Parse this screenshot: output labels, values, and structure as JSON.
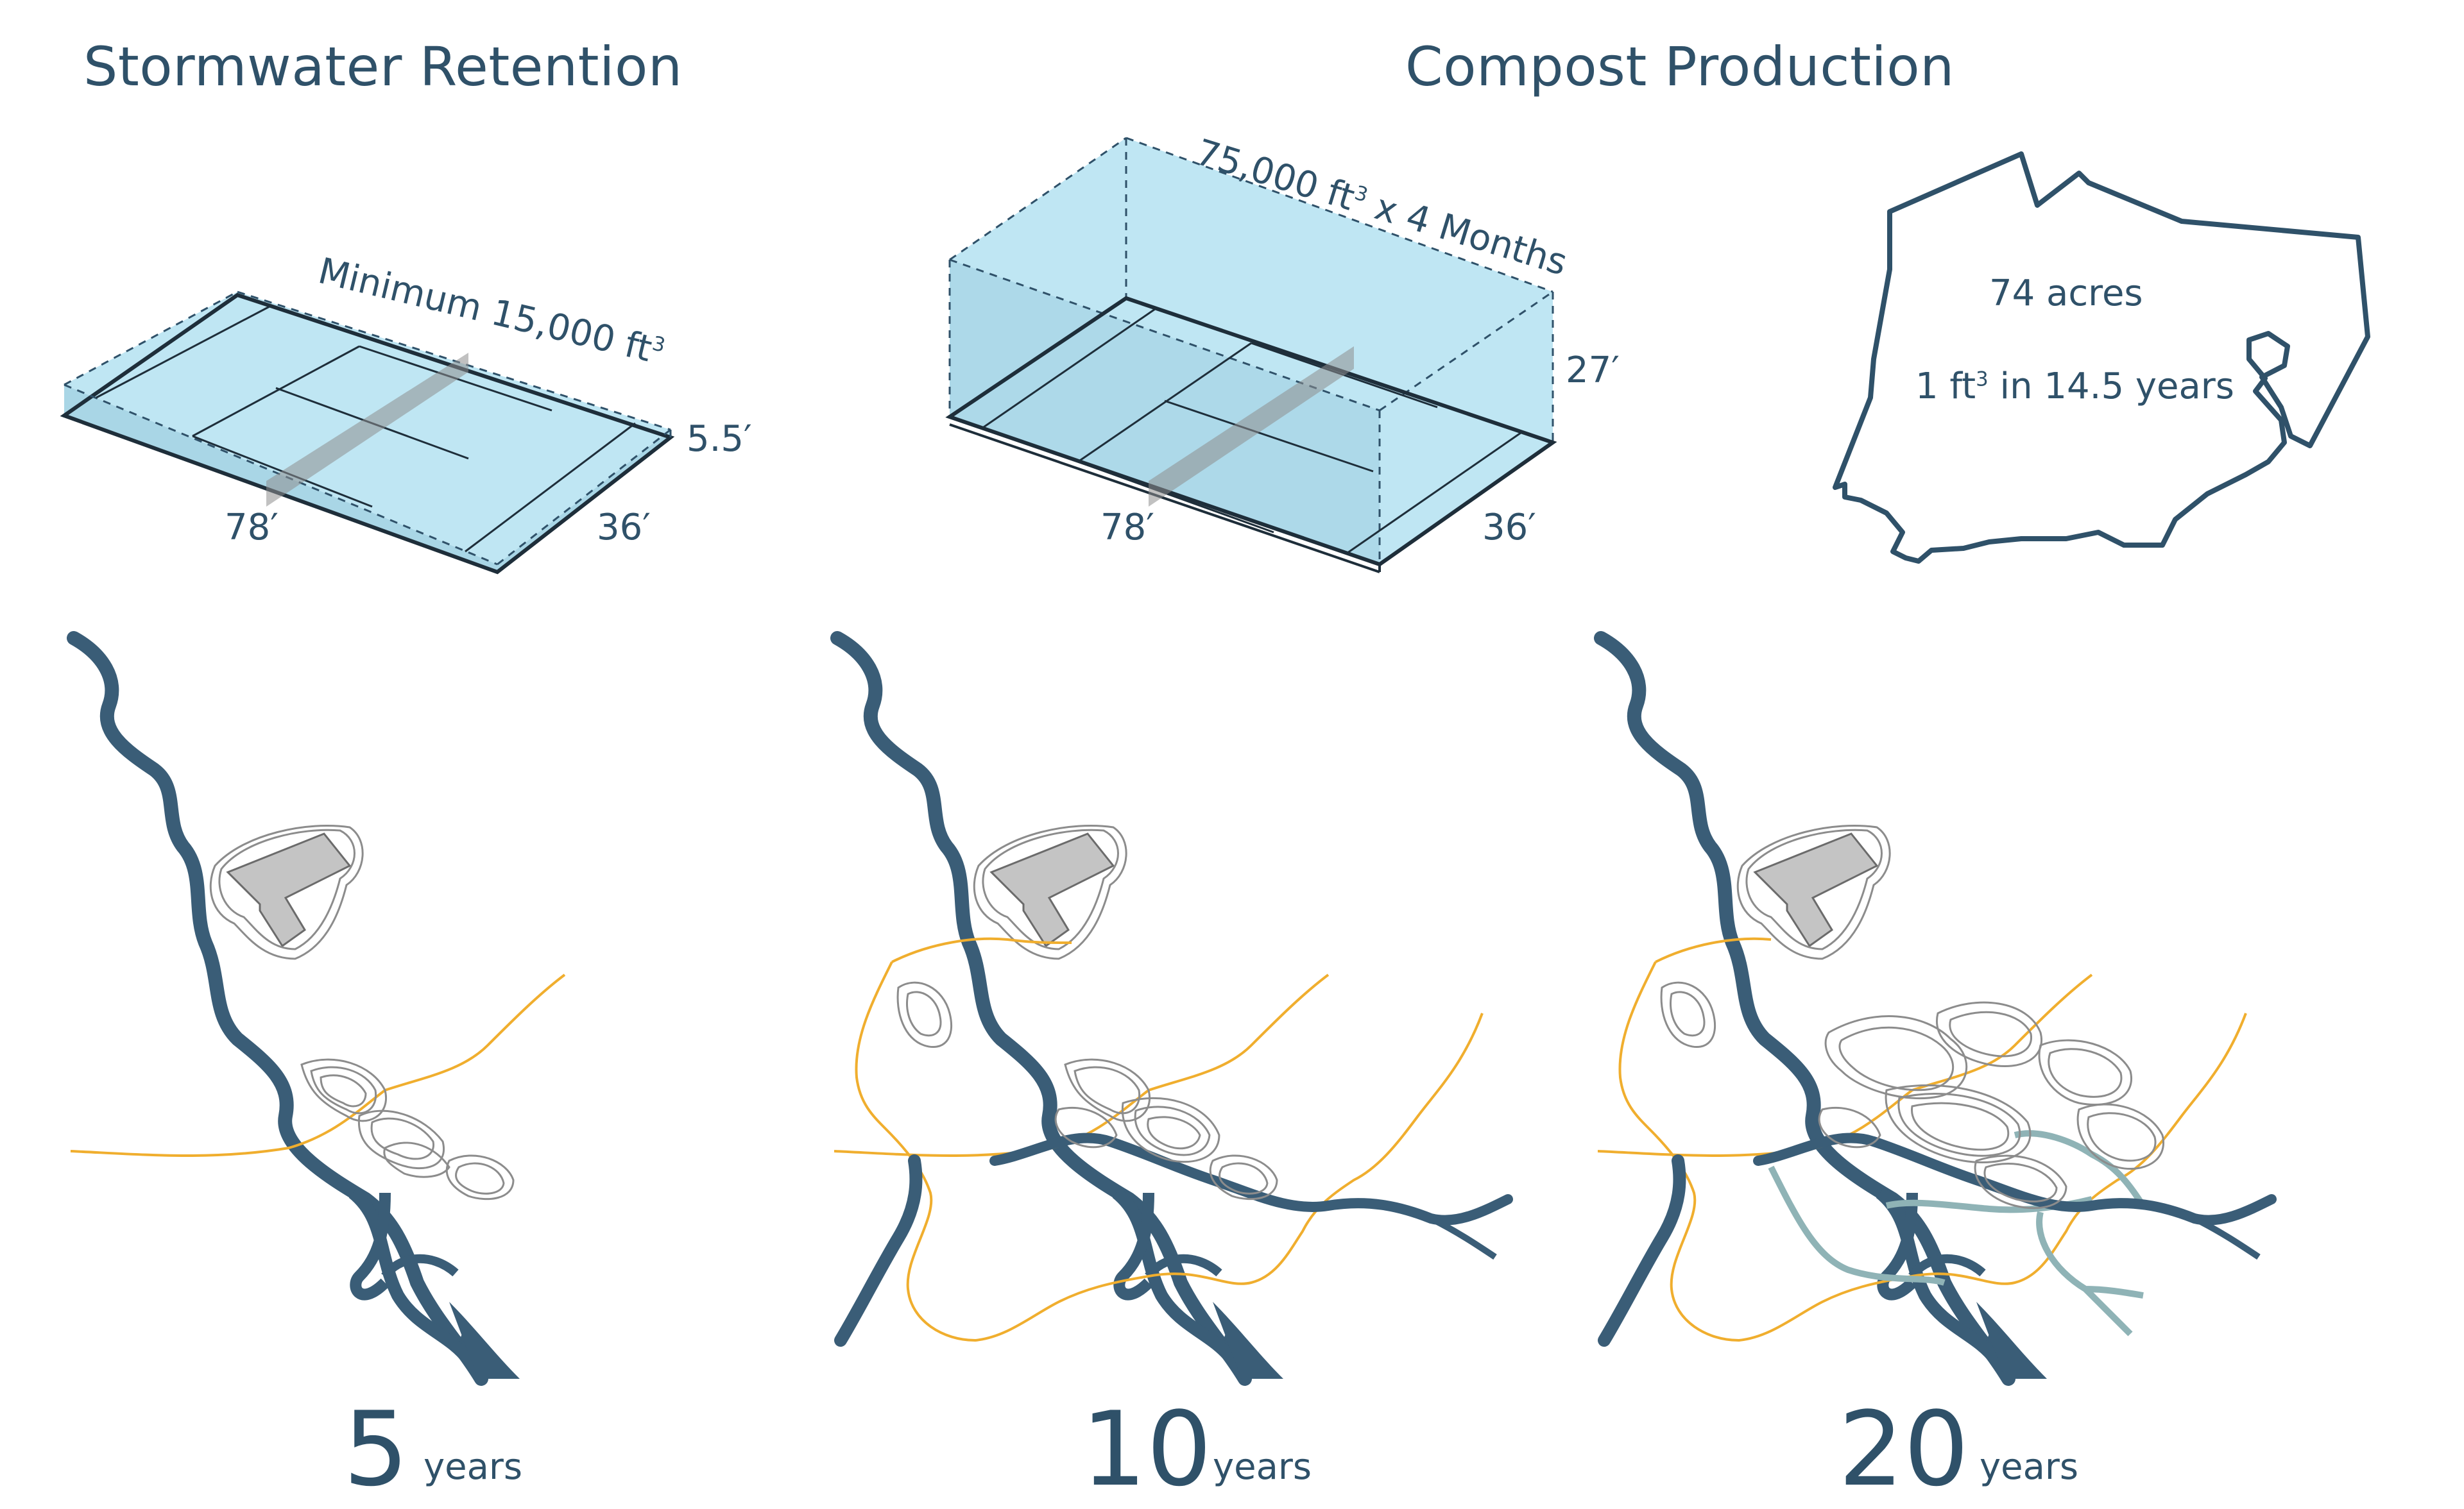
{
  "headings": {
    "stormwater": "Stormwater Retention",
    "compost": "Compost Production"
  },
  "stormwater_block": {
    "volume_label": "Minimum 15,000 ft",
    "volume_sup": "3",
    "length": "78′",
    "width": "36′",
    "height": "5.5′"
  },
  "compost_block": {
    "volume_label": "75,000 ft",
    "volume_sup": "3",
    "volume_suffix": " x 4 Months",
    "length": "78′",
    "width": "36′",
    "height": "27′"
  },
  "site": {
    "area": "74 acres",
    "rate_prefix": "1 ft",
    "rate_sup": "3",
    "rate_suffix": " in 14.5 years"
  },
  "timeline": [
    {
      "value": "5",
      "unit": "years"
    },
    {
      "value": "10",
      "unit": "years"
    },
    {
      "value": "20",
      "unit": "years"
    }
  ],
  "colors": {
    "river": "#3a5d77",
    "stream": "#f0ae2e",
    "new_channel": "#8fb3b6",
    "volume": "#bfe6f3",
    "contour": "#8c8c8c",
    "building": "#c4c4c4",
    "text": "#2f5169"
  }
}
